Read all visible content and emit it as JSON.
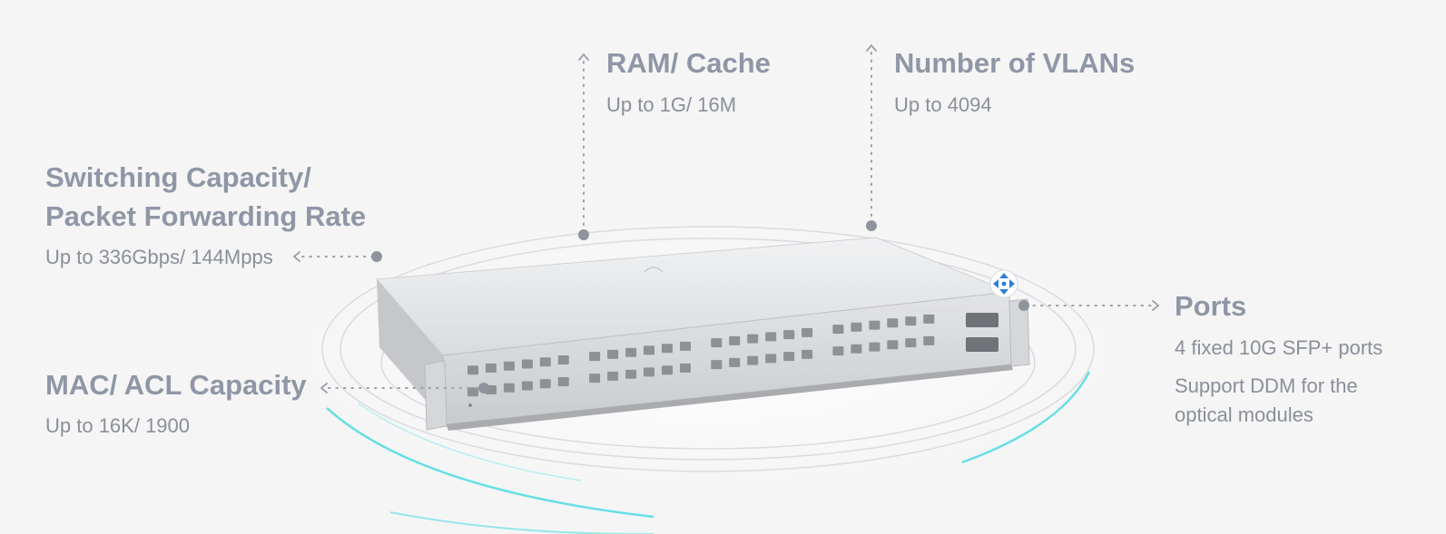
{
  "features": {
    "switching": {
      "title_line1": "Switching Capacity/",
      "title_line2": "Packet Forwarding Rate",
      "value": "Up to 336Gbps/ 144Mpps"
    },
    "ram": {
      "title": "RAM/ Cache",
      "value": "Up to 1G/ 16M"
    },
    "vlans": {
      "title": "Number of VLANs",
      "value": "Up to 4094"
    },
    "mac": {
      "title": "MAC/ ACL Capacity",
      "value": "Up to 16K/ 1900"
    },
    "ports": {
      "title": "Ports",
      "line1": "4 fixed 10G SFP+ ports",
      "line2": "Support DDM for the",
      "line3": "optical modules"
    }
  },
  "colors": {
    "title_text": "#8f96a6",
    "body_text": "#8a8f99",
    "accent_glow": "#35d7e0",
    "badge_blue": "#2f7fd6"
  },
  "icons": {
    "move_badge": "move-arrows-icon"
  }
}
